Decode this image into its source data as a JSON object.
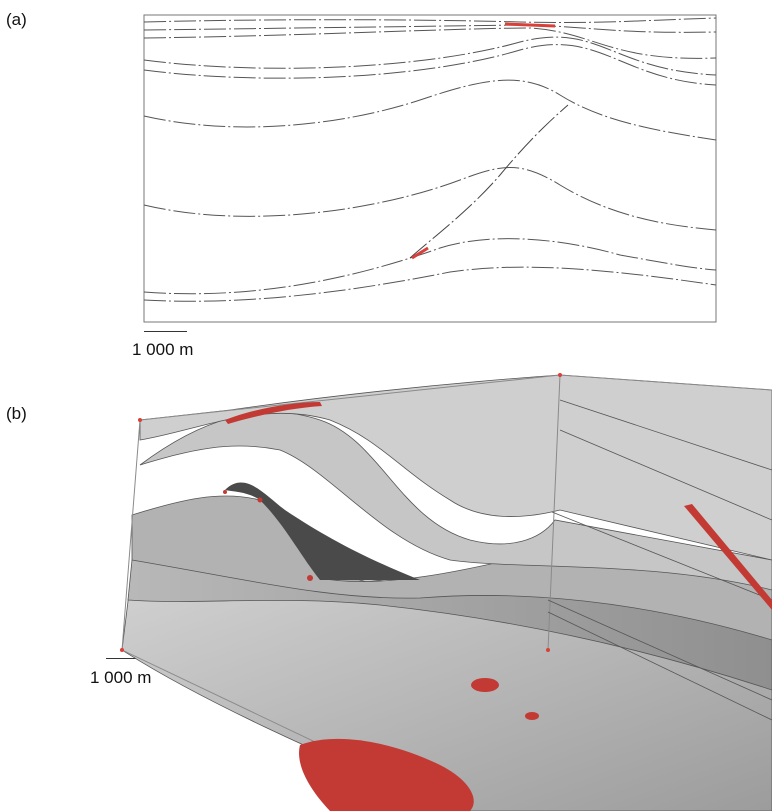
{
  "panels": {
    "a": {
      "label": "(a)",
      "scale_text": "1 000 m"
    },
    "b": {
      "label": "(b)",
      "scale_text": "1 000 m"
    }
  },
  "colors": {
    "horizon_line": "#555555",
    "highlight": "#d9403a",
    "surface_light": "#c9c9c9",
    "surface_mid": "#a9a9a9",
    "surface_dark": "#4a4a4a",
    "frame": "#8a8a8a"
  }
}
